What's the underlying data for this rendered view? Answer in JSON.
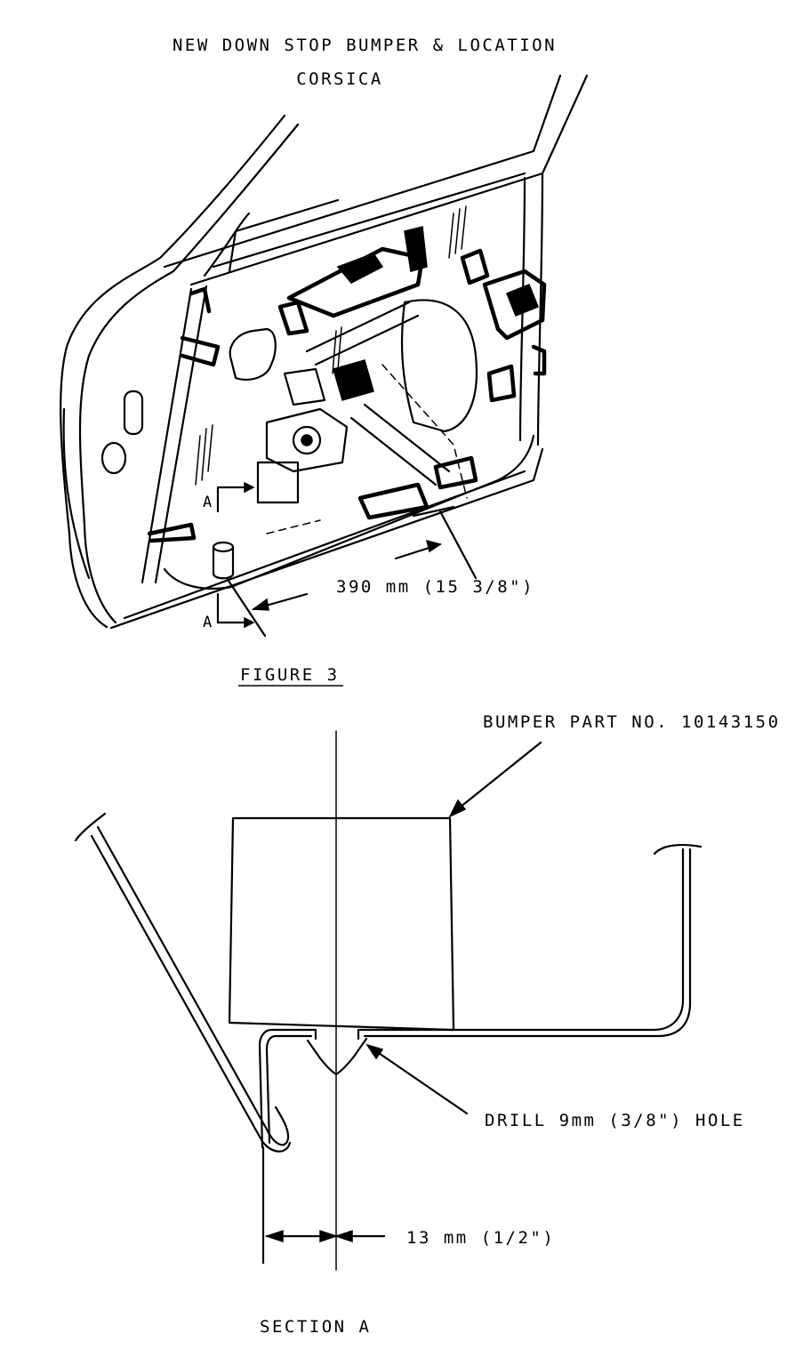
{
  "title": {
    "line1": "NEW DOWN STOP BUMPER & LOCATION",
    "line2": "CORSICA"
  },
  "figure_caption": "FIGURE 3",
  "door_view": {
    "section_marker_top": "A",
    "section_marker_bottom": "A",
    "distance_label": "390 mm (15 3/8\")"
  },
  "section_view": {
    "bumper_label": "BUMPER PART NO. 10143150",
    "drill_label": "DRILL 9mm (3/8\") HOLE",
    "offset_label": "13 mm (1/2\")",
    "caption": "SECTION A"
  }
}
